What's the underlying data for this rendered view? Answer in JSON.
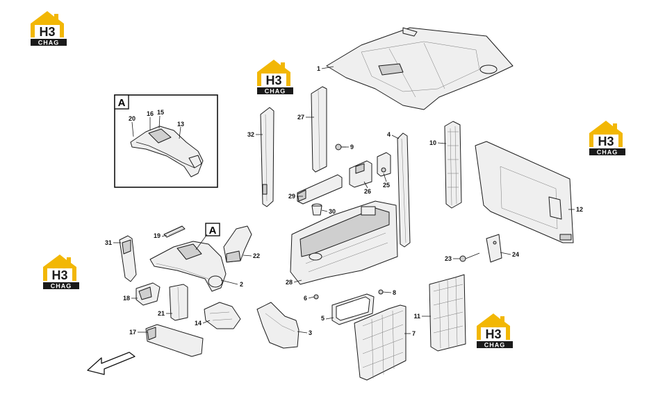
{
  "detail_view": {
    "label": "A"
  },
  "callout_A": {
    "label": "A"
  },
  "watermark": {
    "logo_text": "H3",
    "sub_text": "CHAG",
    "color_primary": "#f2b705",
    "color_dark": "#1a1a1a"
  },
  "callouts": [
    {
      "id": "1",
      "label": "1"
    },
    {
      "id": "2",
      "label": "2"
    },
    {
      "id": "3",
      "label": "3"
    },
    {
      "id": "4",
      "label": "4"
    },
    {
      "id": "5",
      "label": "5"
    },
    {
      "id": "6",
      "label": "6"
    },
    {
      "id": "7",
      "label": "7"
    },
    {
      "id": "8",
      "label": "8"
    },
    {
      "id": "9",
      "label": "9"
    },
    {
      "id": "10",
      "label": "10"
    },
    {
      "id": "11",
      "label": "11"
    },
    {
      "id": "12",
      "label": "12"
    },
    {
      "id": "13",
      "label": "13"
    },
    {
      "id": "14",
      "label": "14"
    },
    {
      "id": "15",
      "label": "15"
    },
    {
      "id": "16",
      "label": "16"
    },
    {
      "id": "17",
      "label": "17"
    },
    {
      "id": "18",
      "label": "18"
    },
    {
      "id": "19",
      "label": "19"
    },
    {
      "id": "20",
      "label": "20"
    },
    {
      "id": "21",
      "label": "21"
    },
    {
      "id": "22",
      "label": "22"
    },
    {
      "id": "23",
      "label": "23"
    },
    {
      "id": "24",
      "label": "24"
    },
    {
      "id": "25",
      "label": "25"
    },
    {
      "id": "26",
      "label": "26"
    },
    {
      "id": "27",
      "label": "27"
    },
    {
      "id": "28",
      "label": "28"
    },
    {
      "id": "29",
      "label": "29"
    },
    {
      "id": "30",
      "label": "30"
    },
    {
      "id": "31",
      "label": "31"
    },
    {
      "id": "32",
      "label": "32"
    }
  ]
}
